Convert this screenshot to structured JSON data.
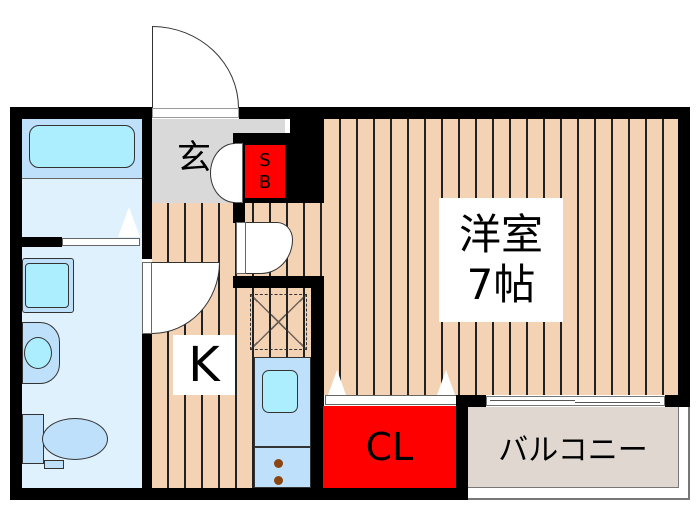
{
  "floor_plan": {
    "rooms": {
      "western_room": {
        "label_line1": "洋室",
        "label_line2": "7帖"
      },
      "entrance": {
        "label": "玄"
      },
      "shoe_box": {
        "label_s": "S",
        "label_b": "B"
      },
      "kitchen": {
        "label": "K"
      },
      "closet": {
        "label": "CL"
      },
      "balcony": {
        "label": "バルコニー"
      }
    },
    "colors": {
      "wall": "#000000",
      "wood_floor": "#f4d3b5",
      "entrance_floor": "#d9d9d9",
      "bath_floor": "#dff1fd",
      "bath_fixture": "#bfe0fa",
      "bathtub": "#adeefe",
      "storage_red": "#ff0000",
      "balcony_floor": "#e0d8d0",
      "stove_knob": "#8b4513"
    }
  }
}
